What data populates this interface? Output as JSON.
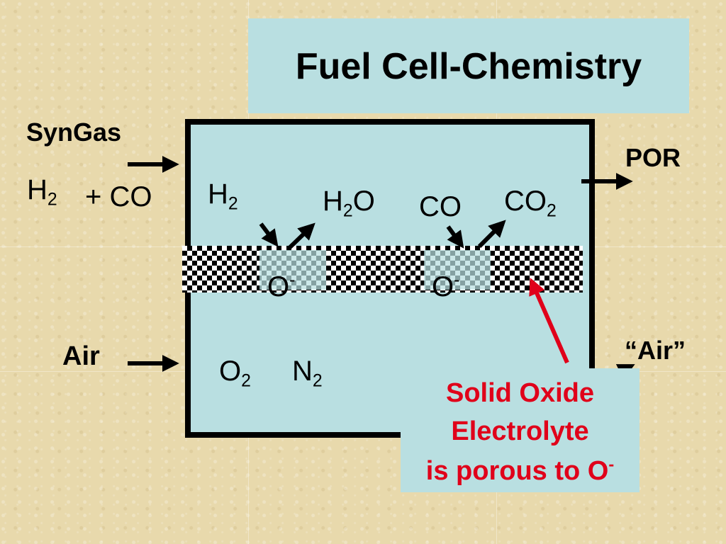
{
  "title": "Fuel Cell-Chemistry",
  "inputs": {
    "syngas_label": "SynGas",
    "syngas_h": "H",
    "syngas_h_sub": "2",
    "syngas_co": "+ CO",
    "air_label": "Air"
  },
  "outputs": {
    "por_label": "POR",
    "air_out_label": "“Air”"
  },
  "anode_side": {
    "h2": "H",
    "h2_sub": "2",
    "h2o_h": "H",
    "h2o_sub": "2",
    "h2o_o": "O",
    "co": "CO",
    "co2": "CO",
    "co2_sub": "2"
  },
  "membrane": {
    "ion1": "O",
    "ion1_sup": "-",
    "ion2": "O",
    "ion2_sup": "-"
  },
  "cathode_side": {
    "o2": "O",
    "o2_sub": "2",
    "n2": "N",
    "n2_sub": "2"
  },
  "electrolyte_note": {
    "line1": "Solid Oxide",
    "line2": "Electrolyte",
    "line3": "is porous to O",
    "line3_sup": "-"
  },
  "colors": {
    "panel": "#b9dfe1",
    "annotation": "#e0001a",
    "background": "#e8d9ac"
  }
}
